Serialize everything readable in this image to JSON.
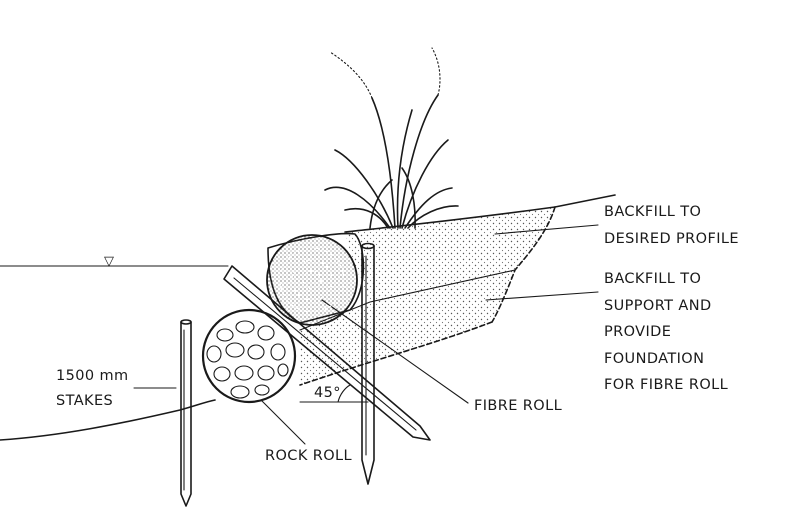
{
  "labels": {
    "backfill_profile": [
      "BACKFILL TO",
      "DESIRED PROFILE"
    ],
    "backfill_support": [
      "BACKFILL TO",
      "SUPPORT AND",
      "PROVIDE",
      "FOUNDATION",
      "FOR FIBRE ROLL"
    ],
    "stakes": [
      "1500 mm",
      "STAKES"
    ],
    "angle": "45°",
    "fibre_roll": "FIBRE ROLL",
    "rock_roll": "ROCK ROLL"
  },
  "water_level_symbol": "▽"
}
